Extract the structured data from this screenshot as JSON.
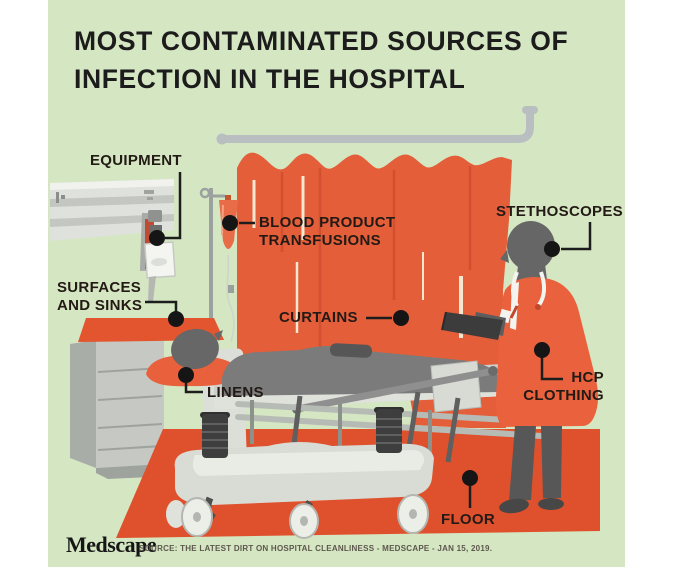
{
  "title": {
    "line1": "MOST CONTAMINATED SOURCES OF",
    "line2": "INFECTION IN THE HOSPITAL"
  },
  "labels": {
    "equipment": "EQUIPMENT",
    "blood_product_line1": "BLOOD PRODUCT",
    "blood_product_line2": "TRANSFUSIONS",
    "surfaces_line1": "SURFACES",
    "surfaces_line2": "AND SINKS",
    "curtains": "CURTAINS",
    "stethoscopes": "STETHOSCOPES",
    "linens": "LINENS",
    "hcp_line1": "HCP",
    "hcp_line2": "CLOTHING",
    "floor": "FLOOR"
  },
  "footer": {
    "brand": "Medscape",
    "source": "SOURCE: THE LATEST DIRT ON HOSPITAL CLEANLINESS - MEDSCAPE - JAN 15, 2019."
  },
  "colors": {
    "panel_green": "#d5e6c2",
    "curtain_orange": "#e45e3a",
    "floor_orange": "#df512d",
    "accent_orange": "#e8603c",
    "figure_gray": "#696969",
    "equipment_gray": "#c7cac5",
    "leader_black": "#1d1d1d",
    "label_text": "#231a15",
    "title_text": "#1c1c1c"
  }
}
